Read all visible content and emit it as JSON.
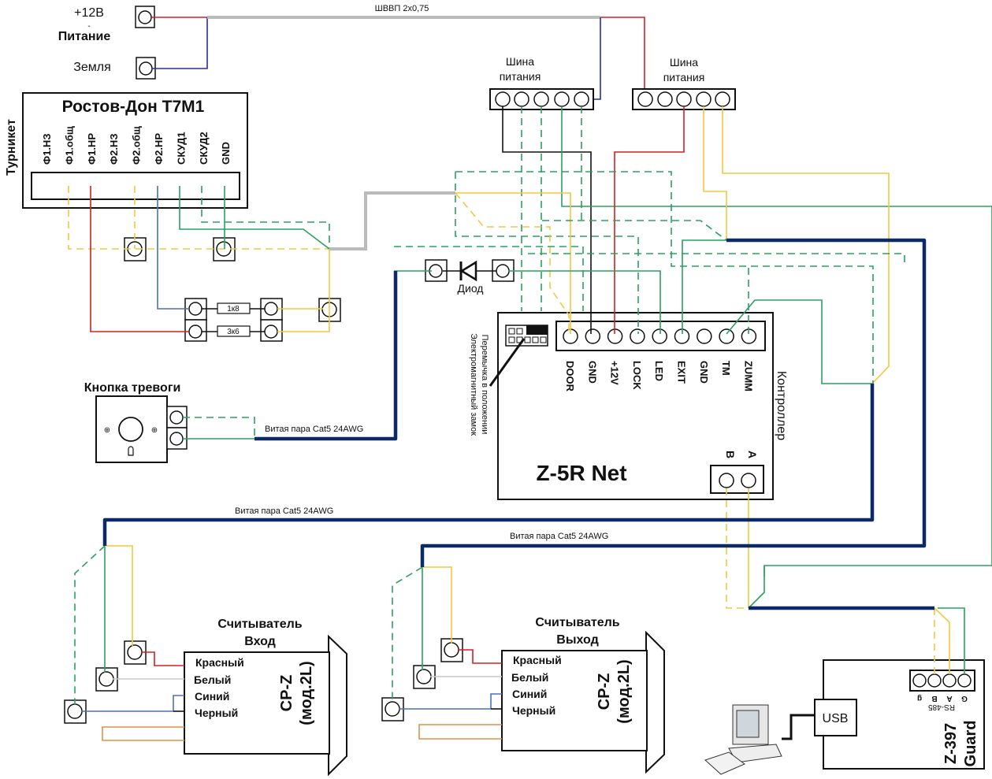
{
  "power": {
    "plus12": "+12В",
    "dash": "-",
    "label": "Питание",
    "ground": "Земля",
    "cable": "ШВВП 2х0,75"
  },
  "bus_left": {
    "line1": "Шина",
    "line2": "питания"
  },
  "bus_right": {
    "line1": "Шина",
    "line2": "питания"
  },
  "turnstile": {
    "side_label": "Турникет",
    "title": "Ростов-Дон  Т7М1",
    "pins": [
      "Ф1.НЗ",
      "Ф1.общ",
      "Ф1.НР",
      "Ф2.НЗ",
      "Ф2.общ",
      "Ф2.НР",
      "СКУД1",
      "СКУД2",
      "GND"
    ]
  },
  "resistors": {
    "r1": "1к8",
    "r2": "3к6"
  },
  "diode": {
    "label": "Диод"
  },
  "alarm": {
    "title": "Кнопка тревоги",
    "cable": "Витая пара Cat5 24AWG"
  },
  "controller": {
    "side_label": "Контроллер",
    "model": "Z-5R Net",
    "jumper_note_line1": "Перемычка в положении",
    "jumper_note_line2": "Электромагнитный замок",
    "pins": [
      "DOOR",
      "GND",
      "+12V",
      "LOCK",
      "LED",
      "EXIT",
      "GND",
      "TM",
      "ZUMM"
    ],
    "rs485_pins": [
      "B",
      "A"
    ]
  },
  "cables": {
    "cable1": "Витая пара Cat5 24AWG",
    "cable2": "Витая пара Cat5 24AWG"
  },
  "reader_in": {
    "title_line1": "Считыватель",
    "title_line2": "Вход",
    "model_line1": "CP-Z",
    "model_line2": "(мод.2L)",
    "wires": [
      "Красный",
      "Белый",
      "Синий",
      "Черный"
    ]
  },
  "reader_out": {
    "title_line1": "Считыватель",
    "title_line2": "Выход",
    "model_line1": "CP-Z",
    "model_line2": "(мод.2L)",
    "wires": [
      "Красный",
      "Белый",
      "Синий",
      "Черный"
    ]
  },
  "converter": {
    "model_line1": "Z-397",
    "model_line2": "Guard",
    "usb": "USB",
    "bus_label": "RS-485",
    "pins": [
      "g",
      "B",
      "A",
      "G"
    ]
  },
  "pc": {
    "icon": "computer-icon"
  },
  "colors": {
    "red": "#d42020",
    "blue": "#2a2aa8",
    "yellow": "#f0c840",
    "green": "#2aa060",
    "cable": "#0b2a66",
    "gray": "#b8b8b8",
    "orange": "#e0904a"
  }
}
